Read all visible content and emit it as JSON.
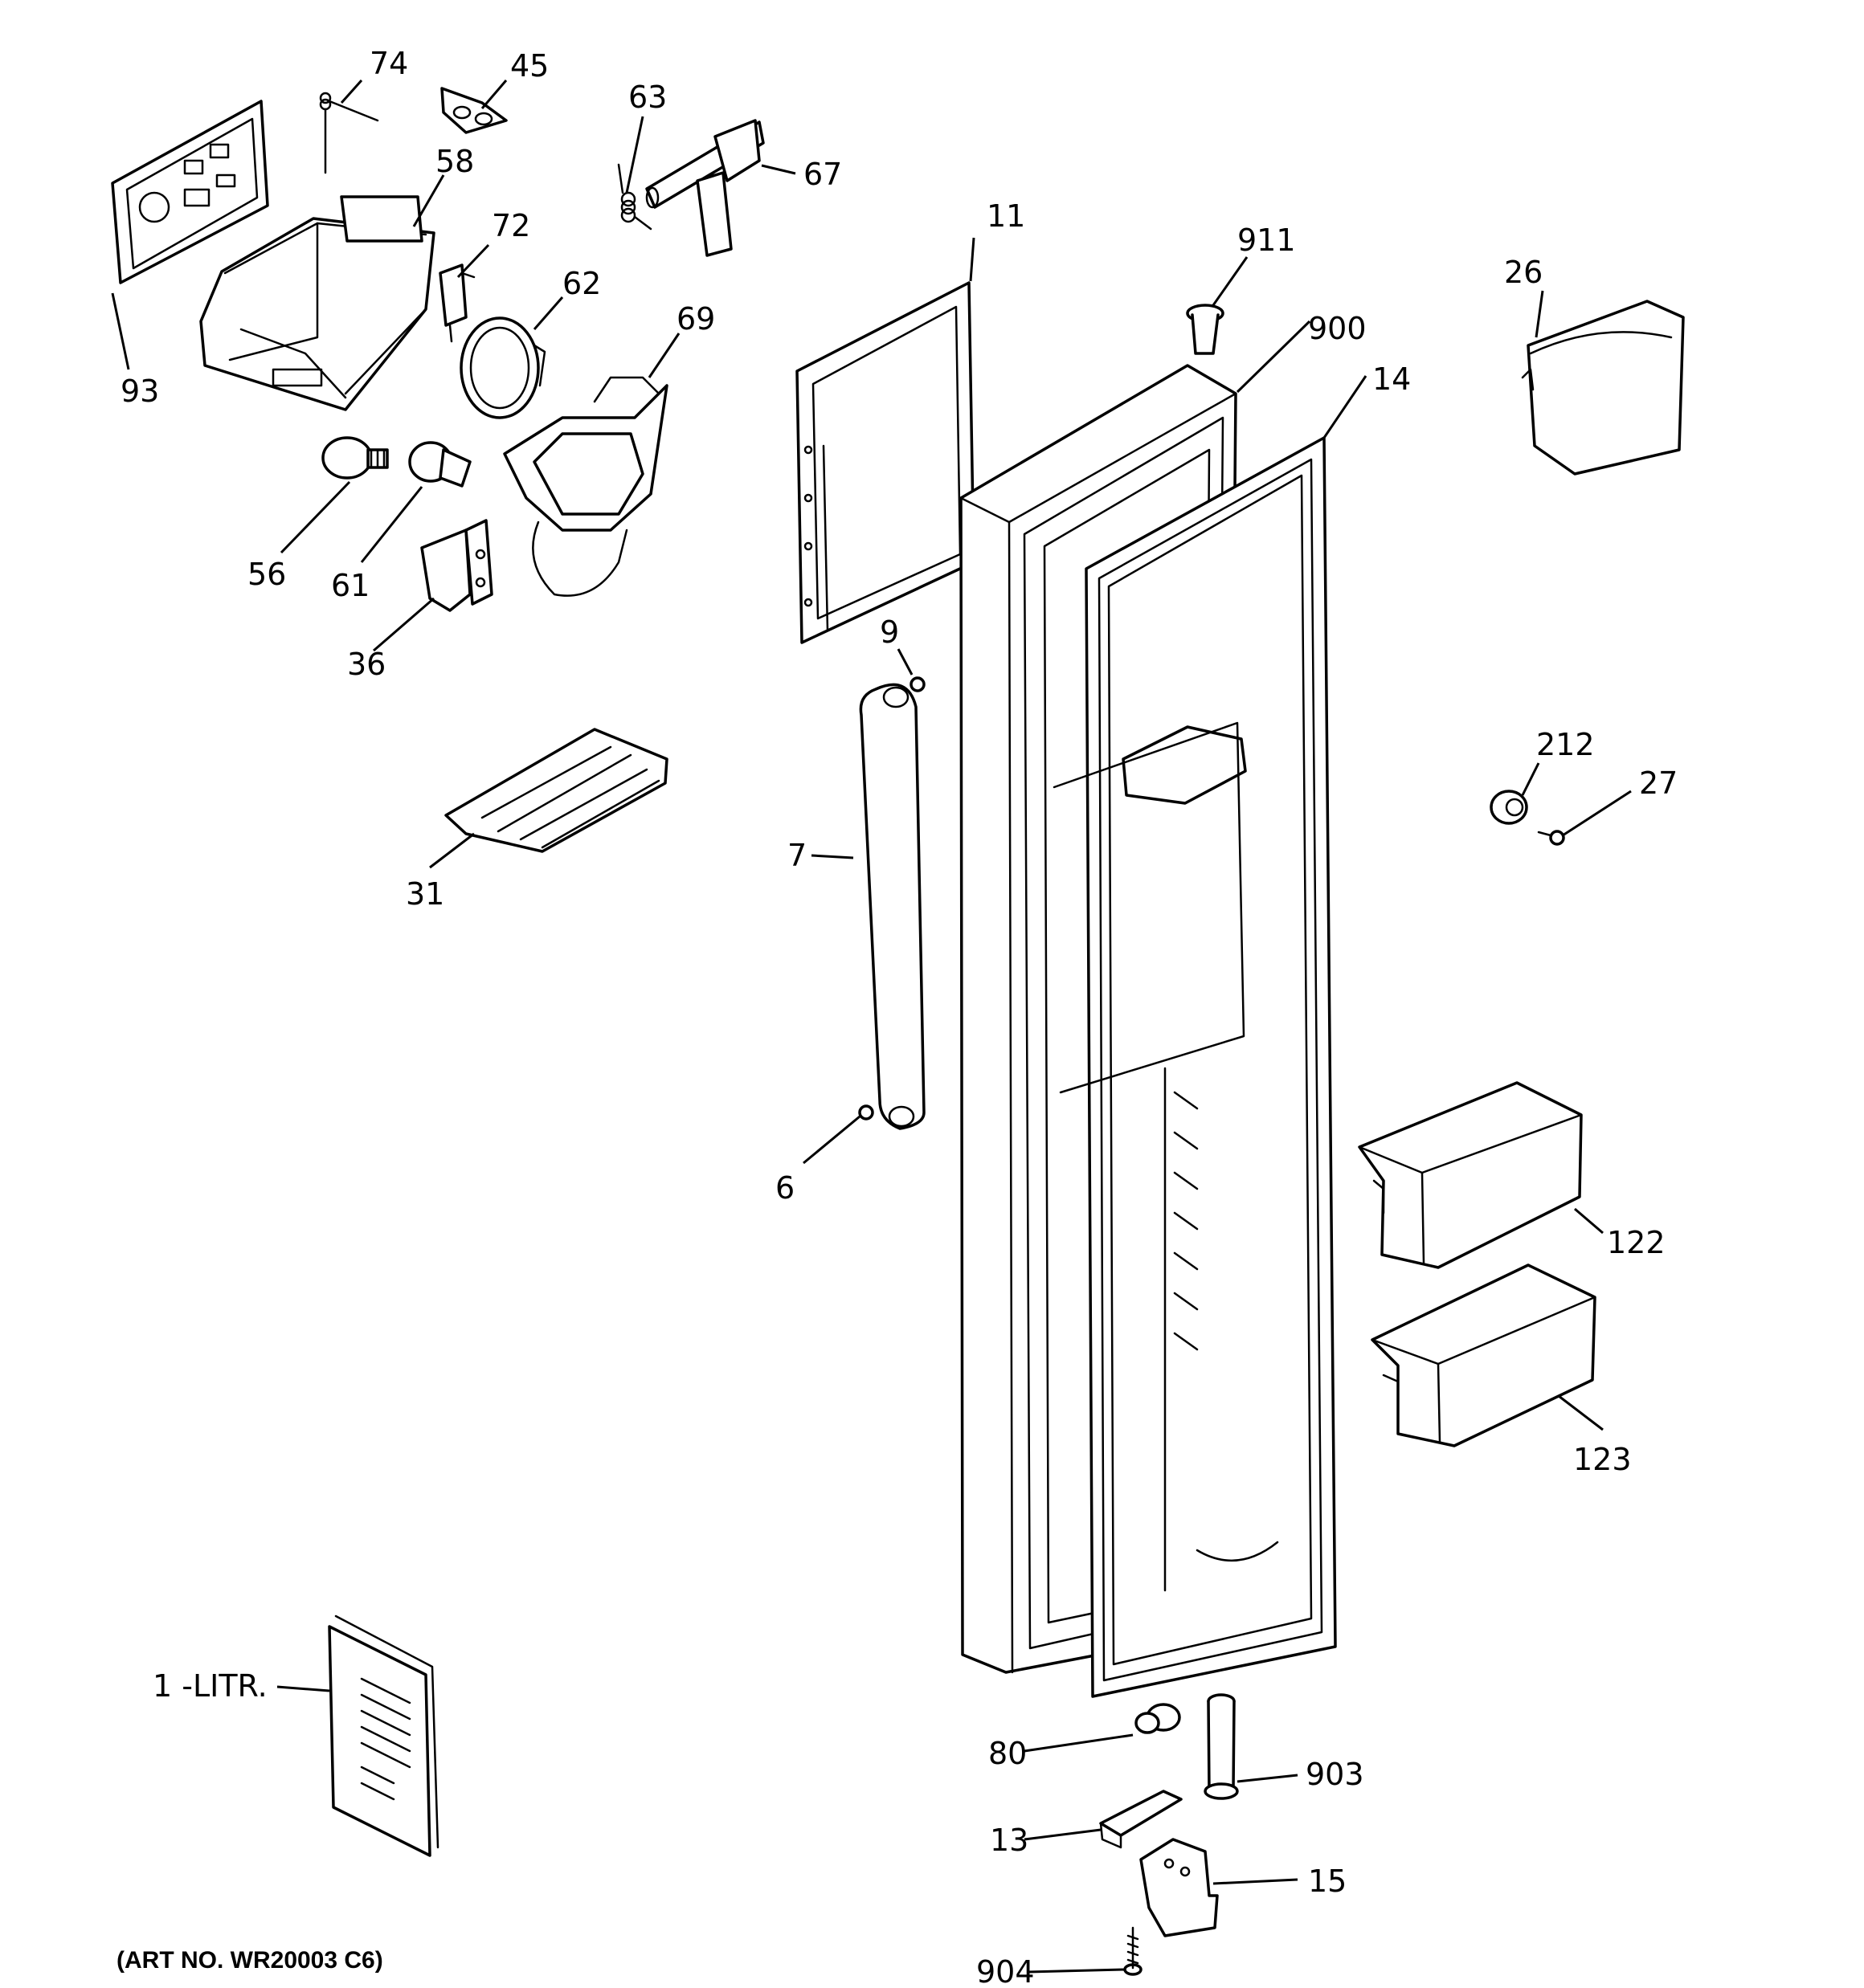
{
  "diagram": {
    "art_number": "(ART NO. WR20003 C6)",
    "callouts": {
      "p74": "74",
      "p45": "45",
      "p63": "63",
      "p67": "67",
      "p58": "58",
      "p72": "72",
      "p11": "11",
      "p911": "911",
      "p62": "62",
      "p26": "26",
      "p900": "900",
      "p69": "69",
      "p14": "14",
      "p93": "93",
      "p56": "56",
      "p61": "61",
      "p36": "36",
      "p9": "9",
      "p212": "212",
      "p27": "27",
      "p7": "7",
      "p31": "31",
      "p6": "6",
      "p122": "122",
      "p123": "123",
      "p1": "1 -LITR.",
      "p80": "80",
      "p903": "903",
      "p13": "13",
      "p15": "15",
      "p904": "904"
    }
  }
}
